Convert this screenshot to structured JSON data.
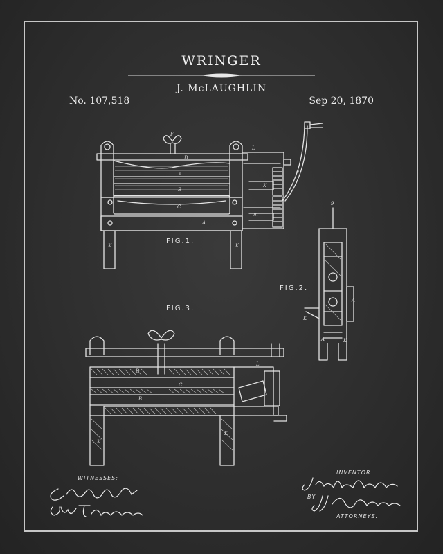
{
  "document": {
    "title": "WRINGER",
    "inventor_name": "J. McLAUGHLIN",
    "patent_number": "No. 107,518",
    "date": "Sep 20, 1870"
  },
  "figures": {
    "fig1_label": "FIG.1.",
    "fig2_label": "FIG.2.",
    "fig3_label": "FIG.3."
  },
  "signatures": {
    "witnesses_label": "WITNESSES:",
    "inventor_label": "INVENTOR:",
    "by_label": "BY",
    "attorneys_label": "ATTORNEYS.",
    "witness_1": "C. Sedgwick",
    "witness_2": "Wm. F. Hutchinson",
    "inventor_signature": "John McLaughlin",
    "attorney_signature": "J. J. Johnston"
  },
  "colors": {
    "background": "#2e2e2e",
    "chalk": "#ececec"
  }
}
